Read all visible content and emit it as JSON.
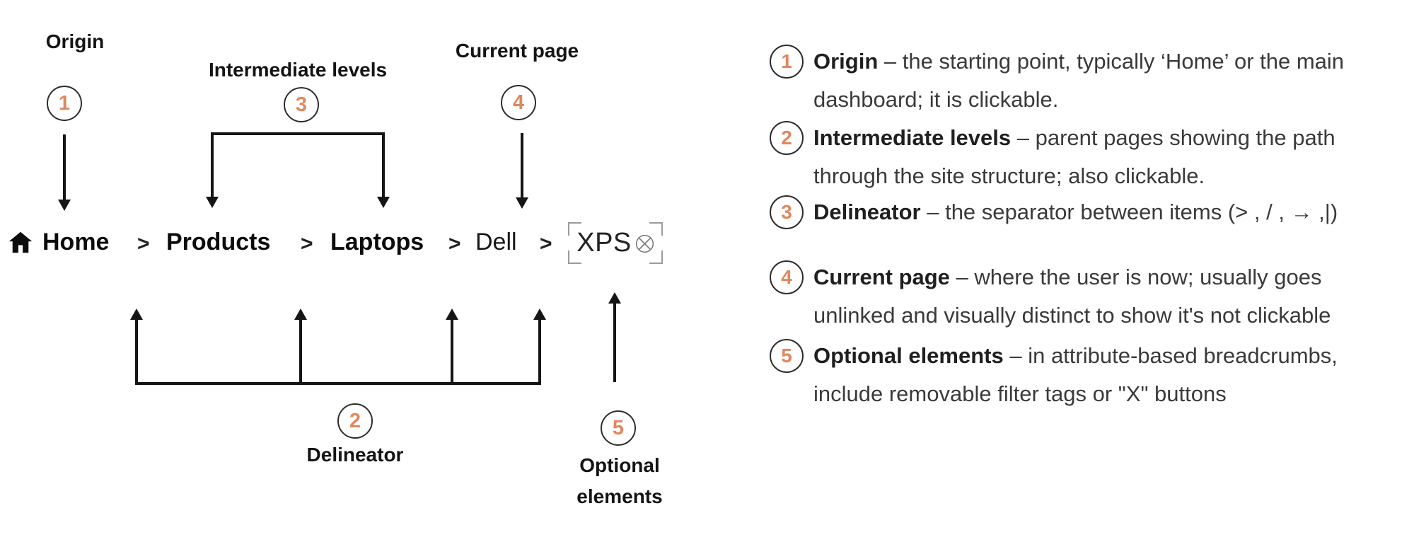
{
  "colors": {
    "accent": "#E0885F",
    "line": "#151515",
    "bracket_gray": "#9B9B9B"
  },
  "diagram": {
    "labels": {
      "origin": "Origin",
      "intermediate": "Intermediate levels",
      "current": "Current page",
      "delineator": "Delineator",
      "optional_line1": "Optional",
      "optional_line2": "elements"
    },
    "markers": {
      "origin": "1",
      "delineator": "2",
      "intermediate": "3",
      "current": "4",
      "optional": "5"
    }
  },
  "breadcrumb": {
    "separator": ">",
    "home_icon": "house-icon",
    "items": [
      {
        "label": "Home"
      },
      {
        "label": "Products"
      },
      {
        "label": "Laptops"
      },
      {
        "label": "Dell"
      }
    ],
    "current_tag": {
      "label": "XPS",
      "remove_icon": "circled-x"
    }
  },
  "legend": {
    "items": [
      {
        "num": "1",
        "term": "Origin",
        "rest": " – the starting point, typically ‘Home’ or the main",
        "line2": "dashboard; it is clickable."
      },
      {
        "num": "2",
        "term": "Intermediate levels",
        "rest": " – parent pages showing the path",
        "line2": "through the site structure; also clickable."
      },
      {
        "num": "3",
        "term": "Delineator",
        "rest": " – the separator between items (> , / , → ,|)",
        "line2": ""
      },
      {
        "num": "4",
        "term": "Current page",
        "rest": " – where the user is now; usually goes",
        "line2": "unlinked and visually distinct to show it's not clickable"
      },
      {
        "num": "5",
        "term": "Optional elements",
        "rest": " – in attribute-based breadcrumbs,",
        "line2": "include removable filter tags or \"X\" buttons"
      }
    ]
  }
}
